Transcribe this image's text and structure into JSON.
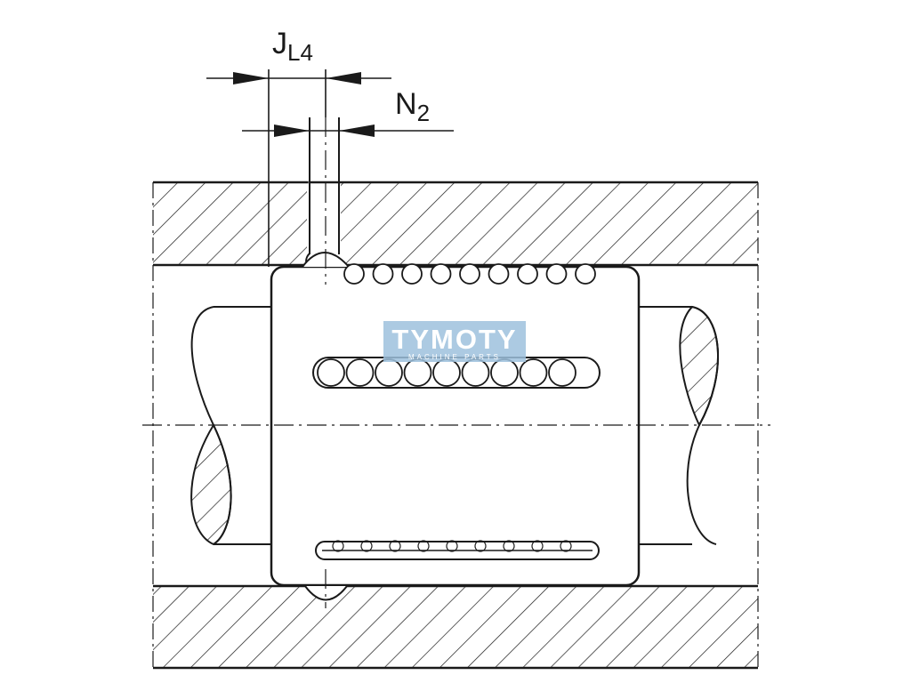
{
  "dimensions": {
    "jl4": {
      "main": "J",
      "sub": "L4"
    },
    "n2": {
      "main": "N",
      "sub": "2"
    }
  },
  "watermark": {
    "title": "TYMOTY",
    "subtitle": "MACHINE PARTS",
    "color": "#9ec1dd"
  },
  "colors": {
    "line": "#1a1a1a",
    "background": "#ffffff"
  }
}
